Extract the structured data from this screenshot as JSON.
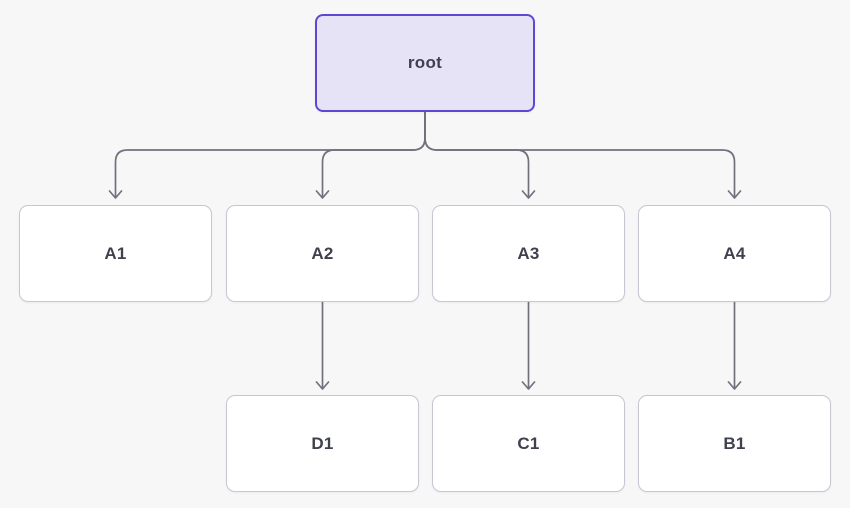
{
  "diagram": {
    "type": "tree",
    "background_color": "#f7f7f8",
    "edge_color": "#70717f",
    "node_fill": "#ffffff",
    "node_border_color": "#c6c7d1",
    "node_text_color": "#3f414e",
    "root_fill": "#e7e3f7",
    "root_border_color": "#5c49d3",
    "nodes": [
      {
        "id": "root",
        "label": "root",
        "highlighted": true
      },
      {
        "id": "A1",
        "label": "A1"
      },
      {
        "id": "A2",
        "label": "A2"
      },
      {
        "id": "A3",
        "label": "A3"
      },
      {
        "id": "A4",
        "label": "A4"
      },
      {
        "id": "D1",
        "label": "D1"
      },
      {
        "id": "C1",
        "label": "C1"
      },
      {
        "id": "B1",
        "label": "B1"
      }
    ],
    "edges": [
      {
        "from": "root",
        "to": "A1"
      },
      {
        "from": "root",
        "to": "A2"
      },
      {
        "from": "root",
        "to": "A3"
      },
      {
        "from": "root",
        "to": "A4"
      },
      {
        "from": "A2",
        "to": "D1"
      },
      {
        "from": "A3",
        "to": "C1"
      },
      {
        "from": "A4",
        "to": "B1"
      }
    ]
  }
}
